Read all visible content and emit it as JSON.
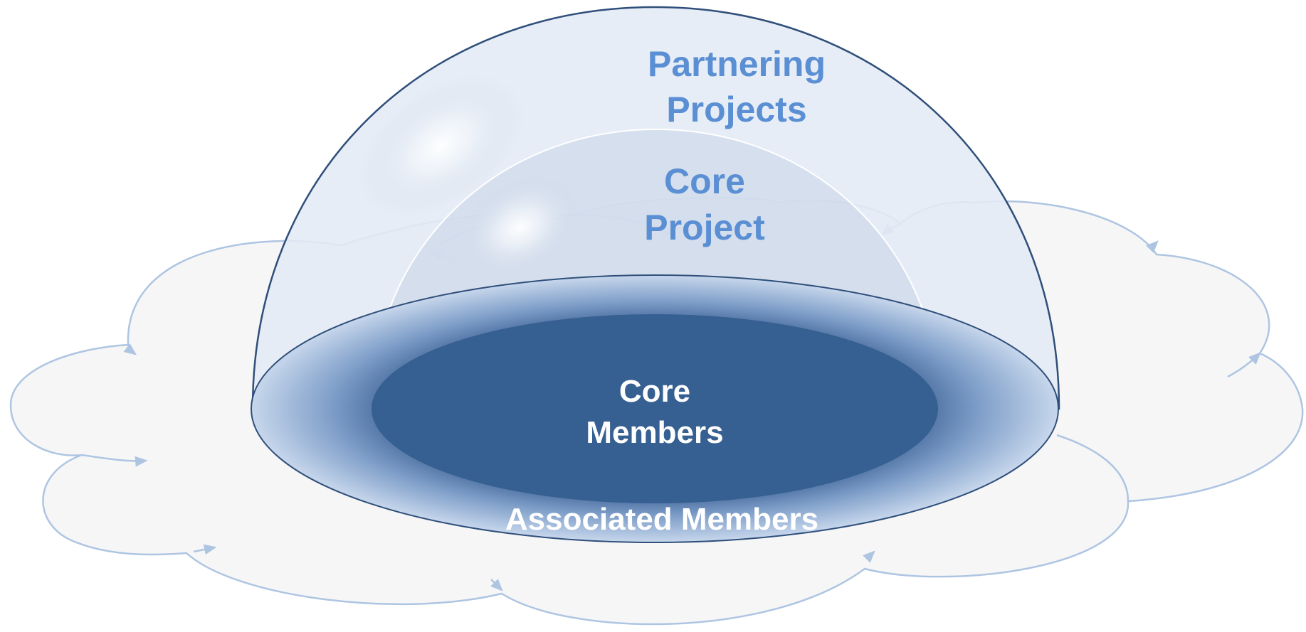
{
  "diagram": {
    "outer_dome_label_line1": "Partnering",
    "outer_dome_label_line2": "Projects",
    "inner_dome_label_line1": "Core",
    "inner_dome_label_line2": "Project",
    "center_label_line1": "Core",
    "center_label_line2": "Members",
    "ring_label": "Associated Members"
  },
  "colors": {
    "outer_dome_fill": "#e4ebf5",
    "outer_dome_stroke": "#2f4f7a",
    "inner_dome_fill": "#c9d6e7",
    "dome_label": "#5a8fd4",
    "center_fill": "#366092",
    "center_label": "#ffffff",
    "ring_inner": "#3a5f92",
    "ring_outer": "#bfd0e8",
    "cloud_fill": "#f6f6f7",
    "cloud_stroke": "#aec5e2"
  }
}
